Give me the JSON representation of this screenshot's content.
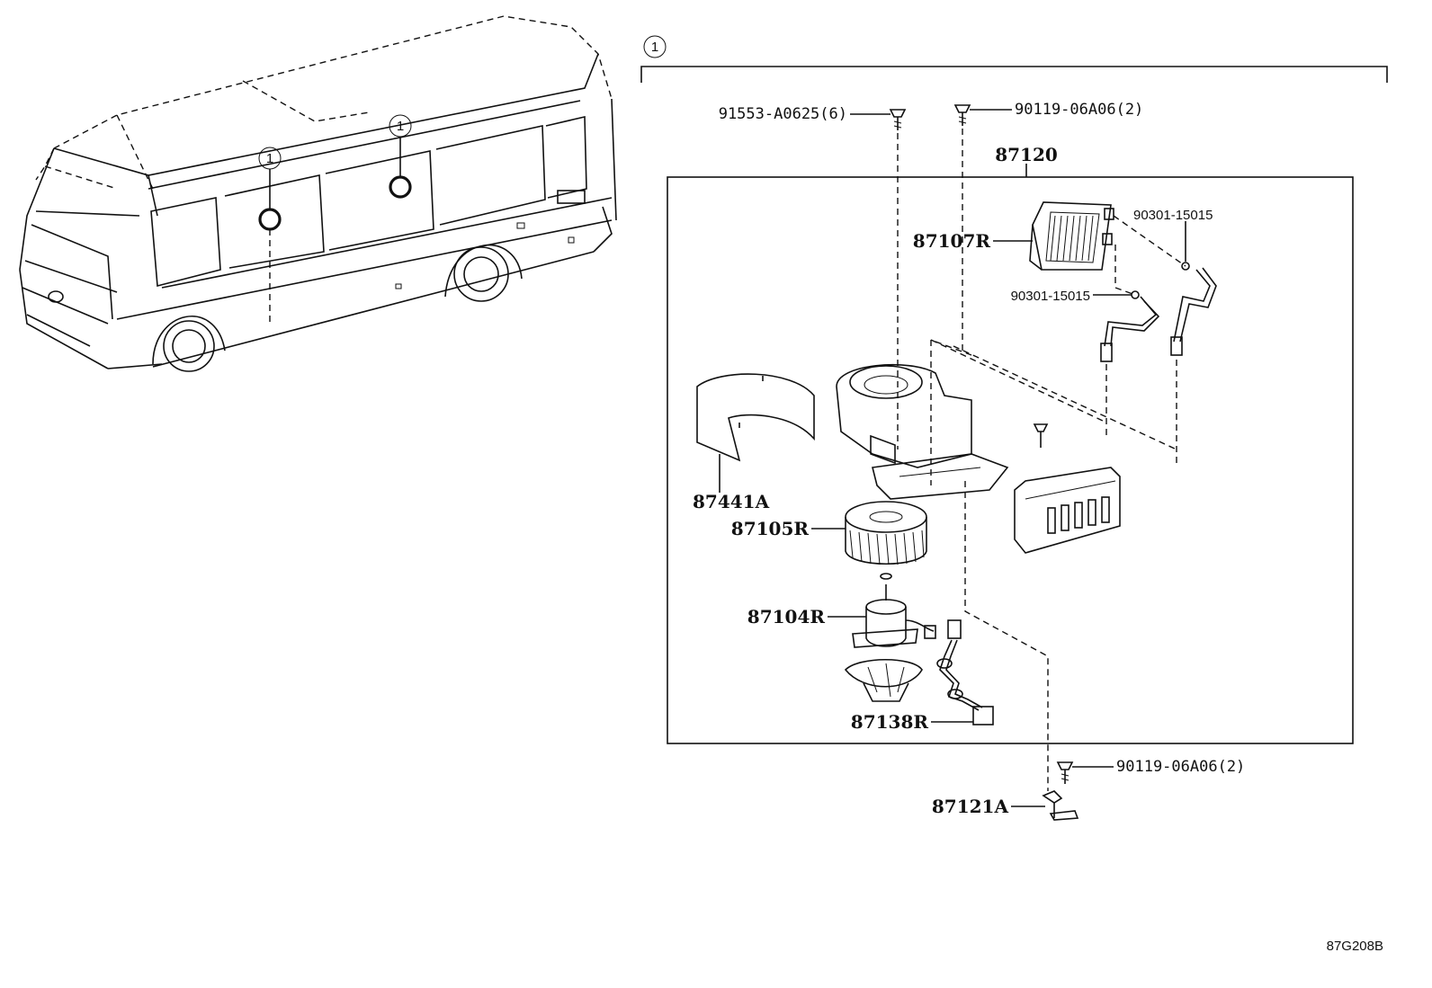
{
  "callout": {
    "number": "1"
  },
  "assembly": {
    "part_number": "87120"
  },
  "parts": {
    "p91553": "91553-A0625(6)",
    "p90119_top": "90119-06A06(2)",
    "p90119_bottom": "90119-06A06(2)",
    "p87107R": "87107R",
    "p90301_a": "90301-15015",
    "p90301_b": "90301-15015",
    "p87441A": "87441A",
    "p87105R": "87105R",
    "p87104R": "87104R",
    "p87138R": "87138R",
    "p87121A": "87121A"
  },
  "figure_code": "87G208B"
}
